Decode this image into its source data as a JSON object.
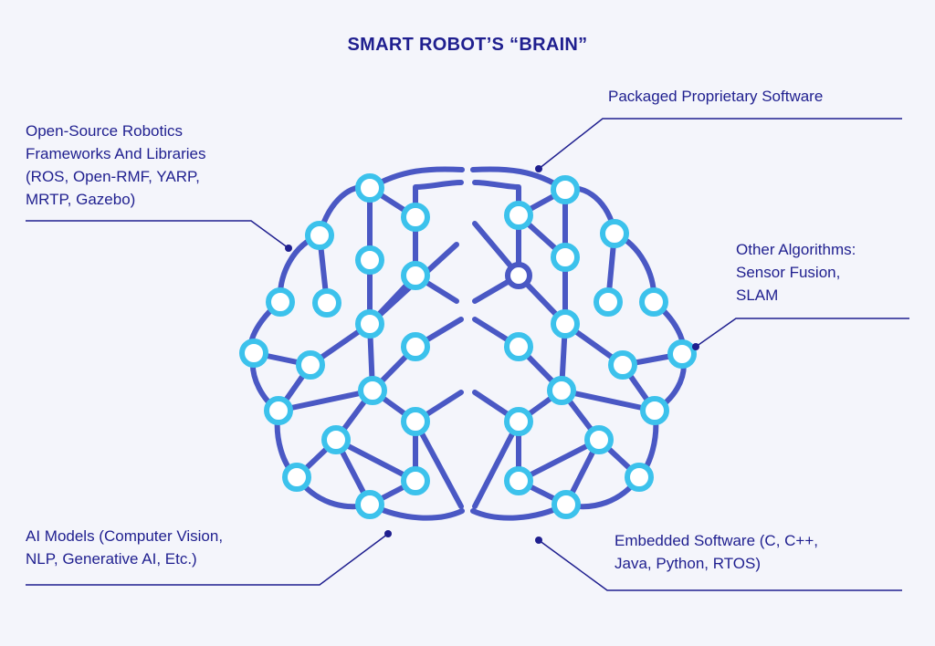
{
  "title": "SMART ROBOT’S “BRAIN”",
  "colors": {
    "background": "#f4f5fb",
    "text": "#1f1f8f",
    "circuit": "#4a58c4",
    "node": "#3cc2ec",
    "leader": "#1f1f8f"
  },
  "labels": {
    "open_source": {
      "lines": [
        "Open-Source Robotics",
        "Frameworks And Libraries",
        "(ROS, Open-RMF, YARP,",
        "MRTP, Gazebo)"
      ]
    },
    "packaged": {
      "lines": [
        "Packaged Proprietary Software"
      ]
    },
    "other_algorithms": {
      "lines": [
        "Other Algorithms:",
        "Sensor Fusion,",
        "SLAM"
      ]
    },
    "ai_models": {
      "lines": [
        "AI Models (Computer Vision,",
        "NLP, Generative AI, Etc.)"
      ]
    },
    "embedded": {
      "lines": [
        "Embedded Software (C, C++,",
        "Java, Python, RTOS)"
      ]
    }
  }
}
